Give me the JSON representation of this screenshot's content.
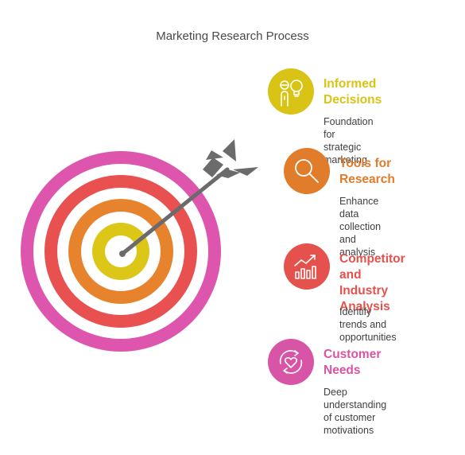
{
  "title": "Marketing Research Process",
  "colors": {
    "ring_outer": "#dd55ad",
    "ring_2": "#e95150",
    "ring_3": "#e7822d",
    "center": "#dcc618",
    "white": "#ffffff",
    "arrow": "#6b6b6b"
  },
  "items": [
    {
      "title": "Informed\nDecisions",
      "description": "Foundation for\nstrategic marketing",
      "color": "#d9c315",
      "icon": "ideas-person-icon"
    },
    {
      "title": "Tools for\nResearch",
      "description": "Enhance data\ncollection and\nanalysis",
      "color": "#e07c2a",
      "icon": "magnifier-icon"
    },
    {
      "title": "Competitor and\nIndustry\nAnalysis",
      "description": "Identify trends and\nopportunities",
      "color": "#e5514c",
      "icon": "growth-chart-icon"
    },
    {
      "title": "Customer\nNeeds",
      "description": "Deep understanding\nof customer\nmotivations",
      "color": "#d854a7",
      "icon": "heart-cycle-icon"
    }
  ]
}
